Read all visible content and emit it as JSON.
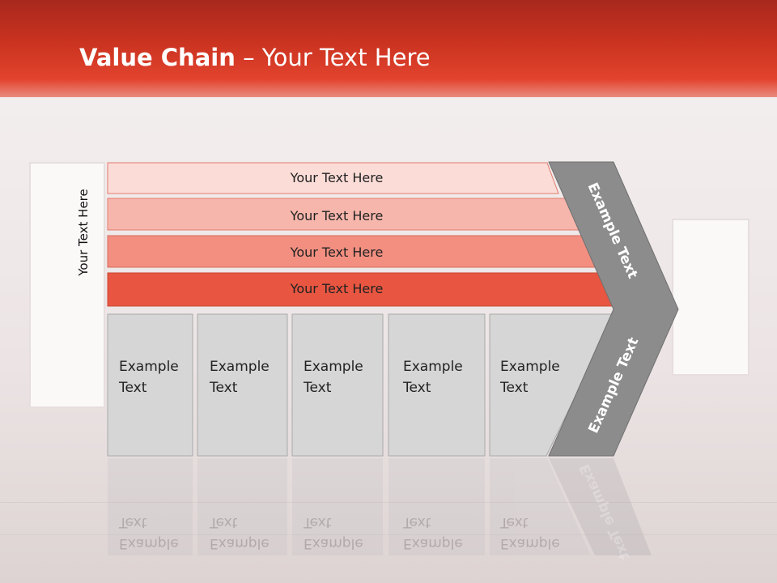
{
  "title": {
    "bold": "Value Chain",
    "rest": " – Your Text Here"
  },
  "side_label": "Your Text Here",
  "bands": [
    {
      "label": "Your Text Here",
      "color": "#fbdcd7"
    },
    {
      "label": "Your Text Here",
      "color": "#f7b6ac"
    },
    {
      "label": "Your Text Here",
      "color": "#f28f80"
    },
    {
      "label": "Your Text Here",
      "color": "#e85641"
    }
  ],
  "columns": [
    {
      "line1": "Example",
      "line2": "Text"
    },
    {
      "line1": "Example",
      "line2": "Text"
    },
    {
      "line1": "Example",
      "line2": "Text"
    },
    {
      "line1": "Example",
      "line2": "Text"
    },
    {
      "line1": "Example",
      "line2": "Text"
    }
  ],
  "arrow_top_label": "Example Text",
  "arrow_bottom_label": "Example Text",
  "colors": {
    "accent": "#e2432e",
    "column_fill": "#d6d6d6",
    "arrow_fill": "#8c8c8c"
  }
}
